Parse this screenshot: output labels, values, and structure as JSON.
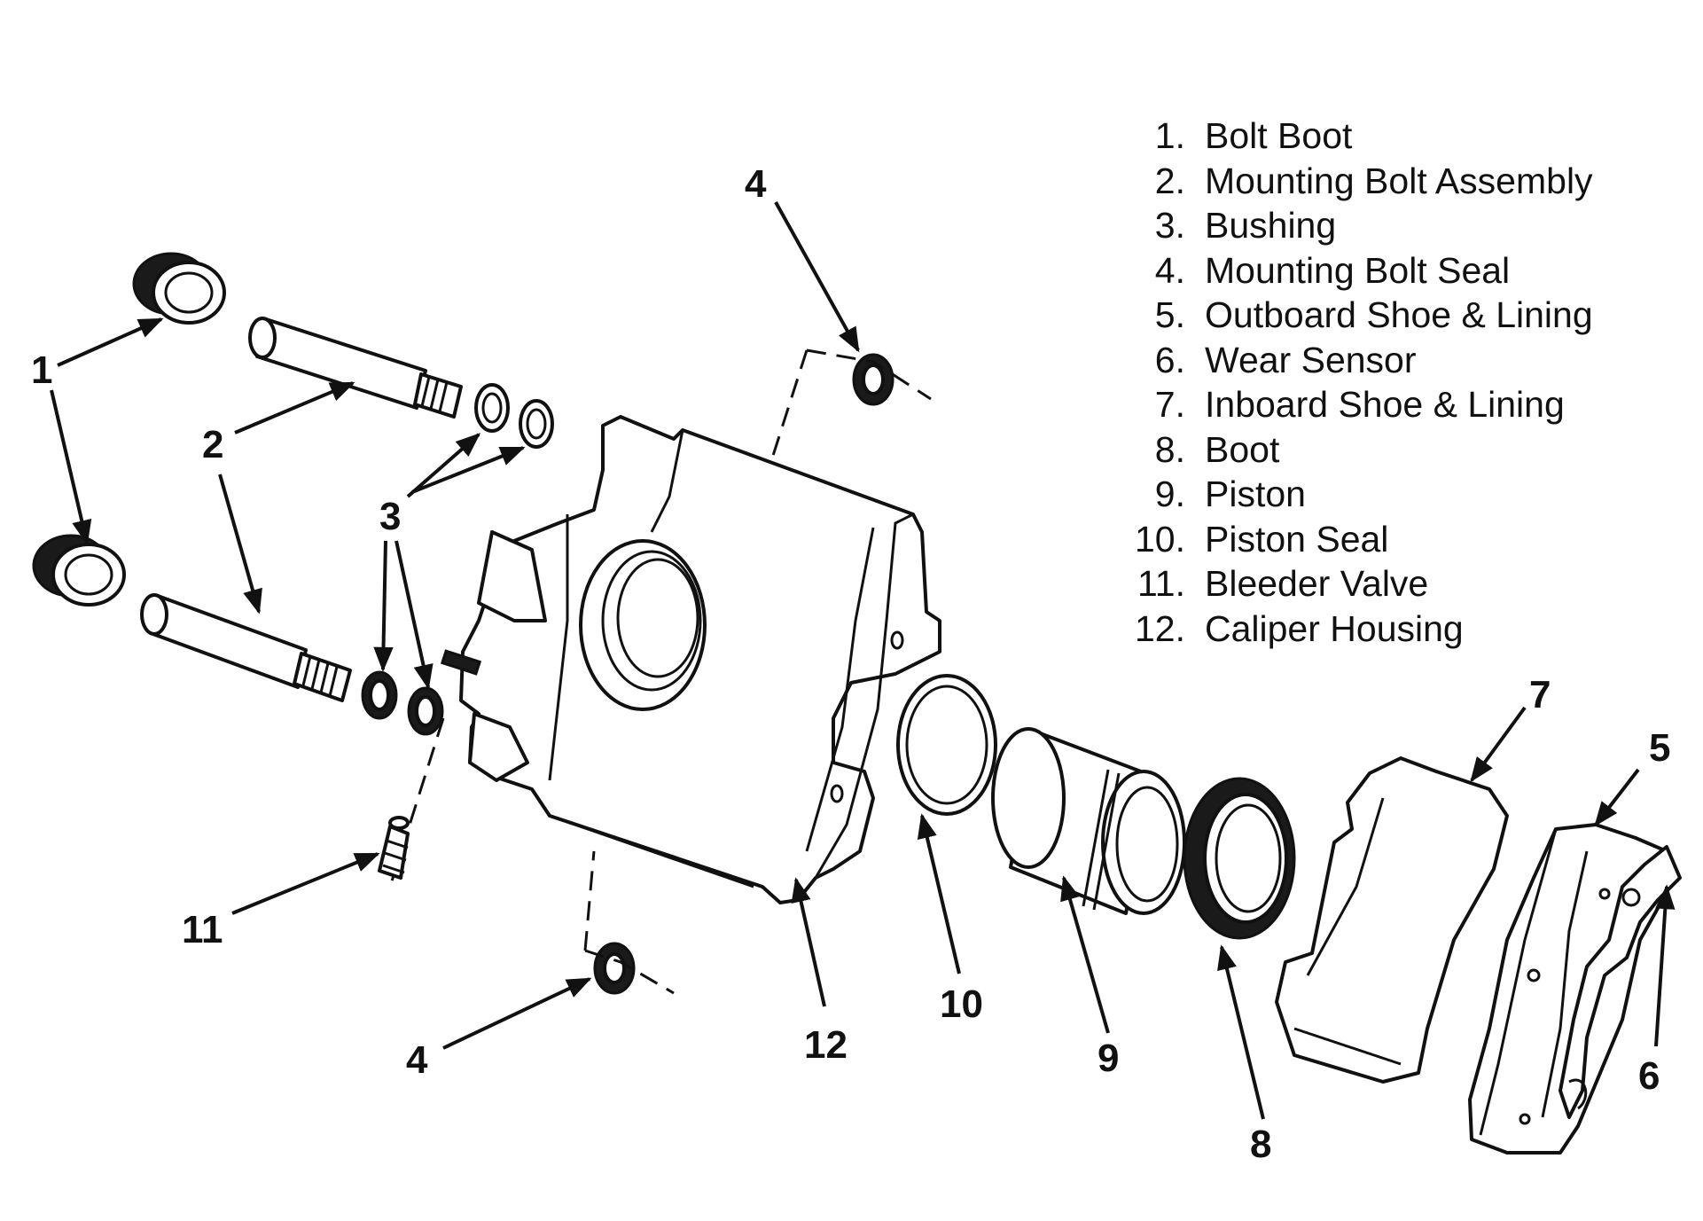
{
  "diagram": {
    "legend": [
      {
        "num": "1.",
        "label": "Bolt Boot"
      },
      {
        "num": "2.",
        "label": "Mounting Bolt Assembly"
      },
      {
        "num": "3.",
        "label": "Bushing"
      },
      {
        "num": "4.",
        "label": "Mounting Bolt Seal"
      },
      {
        "num": "5.",
        "label": "Outboard Shoe & Lining"
      },
      {
        "num": "6.",
        "label": "Wear Sensor"
      },
      {
        "num": "7.",
        "label": "Inboard Shoe & Lining"
      },
      {
        "num": "8.",
        "label": "Boot"
      },
      {
        "num": "9.",
        "label": "Piston"
      },
      {
        "num": "10.",
        "label": "Piston Seal"
      },
      {
        "num": "11.",
        "label": "Bleeder Valve"
      },
      {
        "num": "12.",
        "label": "Caliper Housing"
      }
    ],
    "callouts": {
      "c1": "1",
      "c2a": "2",
      "c2b": "2",
      "c3a": "3",
      "c3b": "3",
      "c4a": "4",
      "c4b": "4",
      "c5": "5",
      "c6": "6",
      "c7": "7",
      "c8": "8",
      "c9": "9",
      "c10": "10",
      "c11": "11",
      "c12": "12"
    }
  }
}
